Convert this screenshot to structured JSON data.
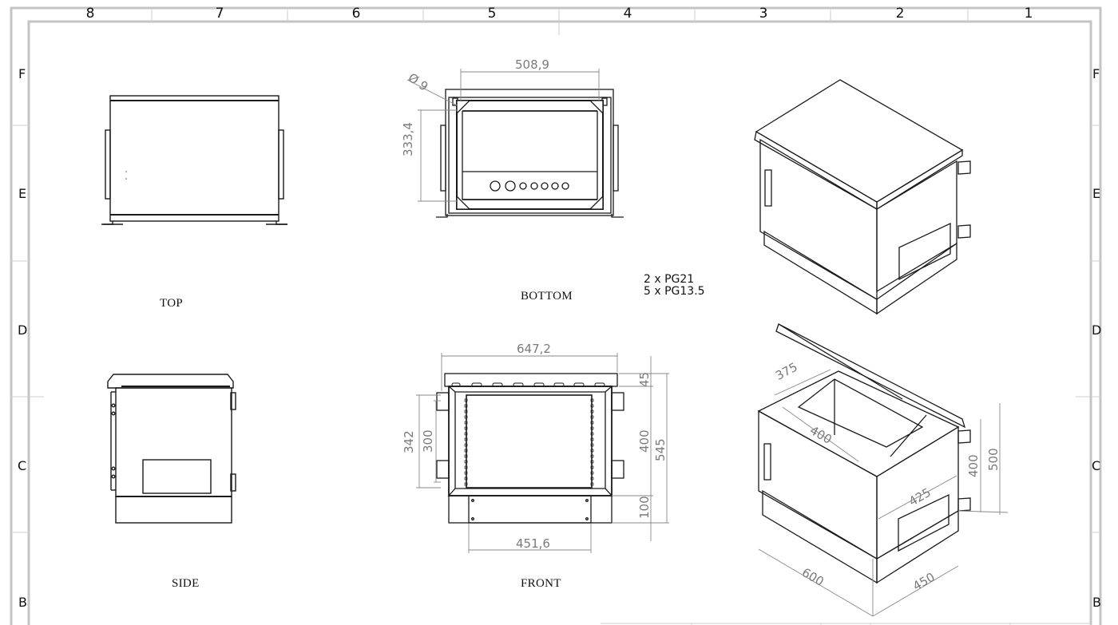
{
  "sheet": {
    "column_zones": [
      "8",
      "7",
      "6",
      "5",
      "4",
      "3",
      "2",
      "1"
    ],
    "row_zones": [
      "F",
      "E",
      "D",
      "C",
      "B"
    ],
    "frame_color": "#c0c0c0",
    "dimension_color": "#7a7a7a",
    "line_color": "#1a1a1a"
  },
  "views": {
    "top": {
      "label": "TOP"
    },
    "bottom": {
      "label": "BOTTOM",
      "dims": {
        "width": "508,9",
        "height": "333,4",
        "hole": "Ø 9"
      }
    },
    "side": {
      "label": "SIDE"
    },
    "front": {
      "label": "FRONT",
      "dims": {
        "overall_width": "647,2",
        "base_width": "451,6",
        "mount_outer": "342",
        "mount_inner": "300",
        "roof": "45",
        "body": "400",
        "plinth": "100",
        "total": "545"
      }
    },
    "iso_open": {
      "dims": {
        "depth_top": "375",
        "opening": "400",
        "side_depth": "425",
        "body_height": "400",
        "total_height": "500",
        "width": "600",
        "depth": "450"
      }
    }
  },
  "notes": {
    "line1": "2 x PG21",
    "line2": "5 x PG13.5"
  }
}
